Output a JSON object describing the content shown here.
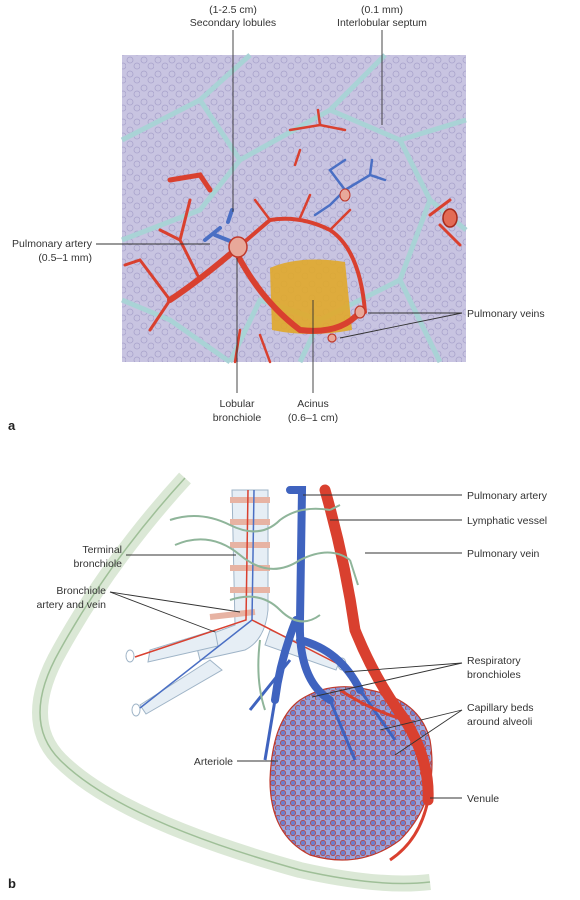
{
  "panel_a": {
    "letter": "a",
    "labels": {
      "secondary_lobules_size": "(1-2.5 cm)",
      "secondary_lobules": "Secondary lobules",
      "septum_size": "(0.1 mm)",
      "septum": "Interlobular septum",
      "pulmonary_artery": "Pulmonary artery",
      "pulmonary_artery_size": "(0.5–1 mm)",
      "pulmonary_veins": "Pulmonary veins",
      "lobular_bronchiole_1": "Lobular",
      "lobular_bronchiole_2": "bronchiole",
      "acinus": "Acinus",
      "acinus_size": "(0.6–1 cm)"
    }
  },
  "panel_b": {
    "letter": "b",
    "labels": {
      "pulmonary_artery": "Pulmonary artery",
      "lymphatic_vessel": "Lymphatic vessel",
      "pulmonary_vein": "Pulmonary vein",
      "terminal_bronchiole_1": "Terminal",
      "terminal_bronchiole_2": "bronchiole",
      "bronchiole_av_1": "Bronchiole",
      "bronchiole_av_2": "artery and vein",
      "respiratory_1": "Respiratory",
      "respiratory_2": "bronchioles",
      "capillary_1": "Capillary beds",
      "capillary_2": "around alveoli",
      "arteriole": "Arteriole",
      "venule": "Venule"
    }
  },
  "colors": {
    "tissue": "#c7c3e0",
    "septum": "#a9d3d6",
    "artery": "#d9402f",
    "bronchiole": "#4a6fc4",
    "acinus": "#e0a92a",
    "lymph": "#8fb59a",
    "pleura": "#dbe8d6"
  }
}
